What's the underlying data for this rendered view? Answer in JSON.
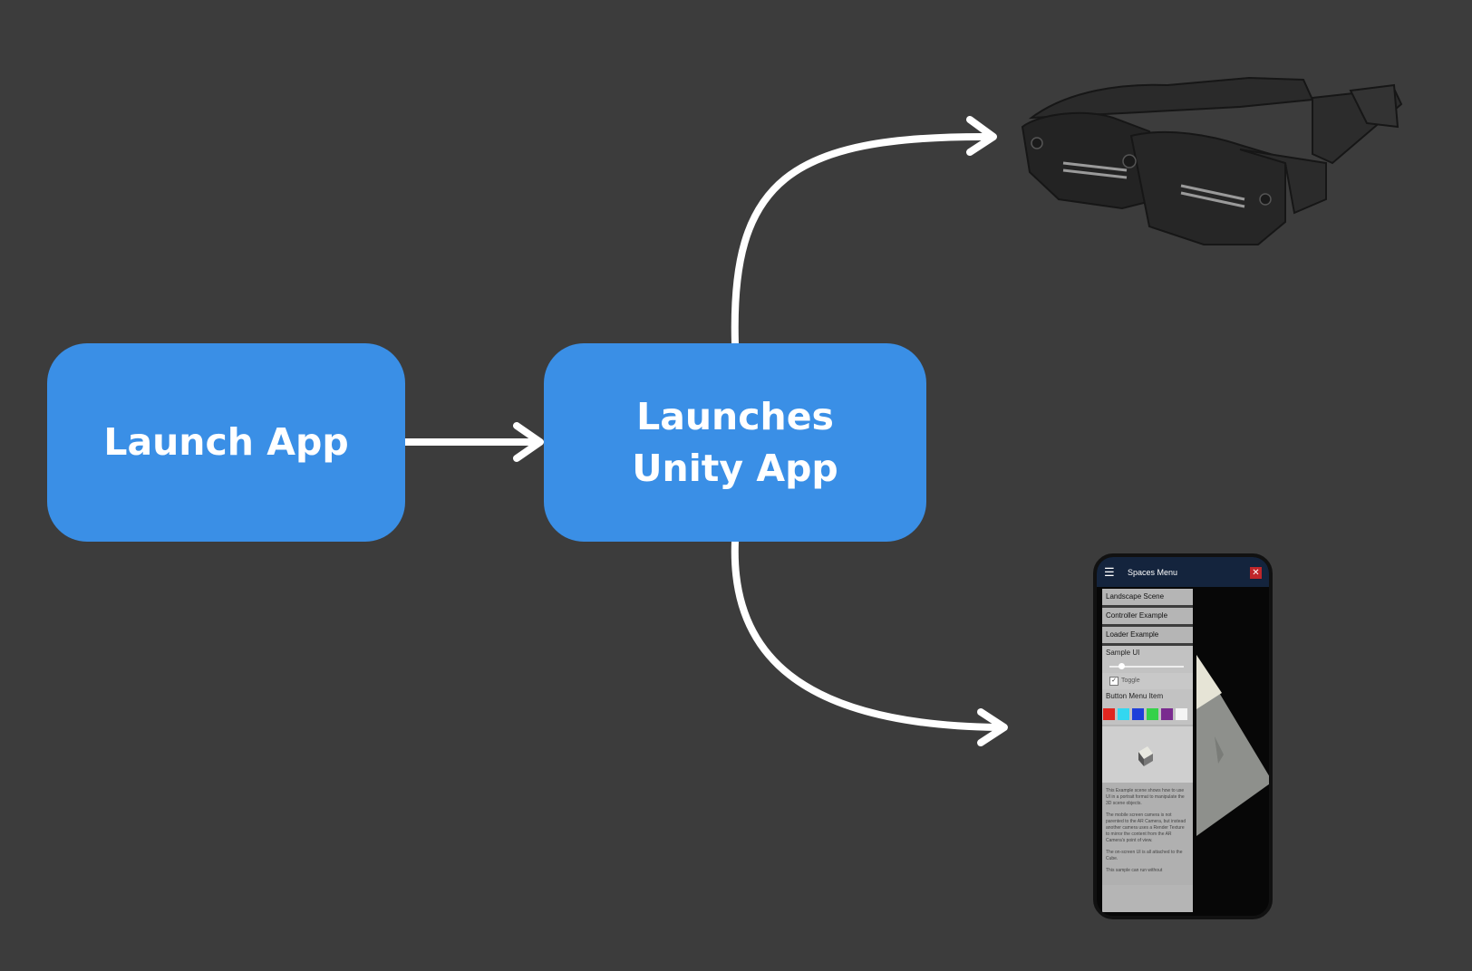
{
  "nodes": {
    "launch_app": "Launch App",
    "launches_line1": "Launches",
    "launches_line2": "Unity App"
  },
  "phone": {
    "title": "Spaces Menu",
    "close": "✕",
    "menu_icon": "☰",
    "menu_items": [
      "Landscape Scene",
      "Controller Example",
      "Loader Example"
    ],
    "sample_ui": "Sample UI",
    "toggle_label": "Toggle",
    "toggle_check": "✓",
    "button_menu_item": "Button Menu Item",
    "swatch_colors": [
      "#e0261f",
      "#33d7f0",
      "#1f3fd9",
      "#35d24a",
      "#7a2b8f",
      "#f4f4f4"
    ],
    "description": [
      "This Example scene shows how to use UI in a portrait format to manipulate the 3D scene objects.",
      "The mobile screen camera is not parented to the AR Camera, but instead another camera uses a Render Texture to mirror the content from the AR Camera's point of view.",
      "The on-screen UI is all attached to the Cube.",
      "This sample can run without"
    ]
  },
  "colors": {
    "background": "#3c3c3c",
    "node": "#3a8fe6",
    "arrow": "#ffffff"
  },
  "icons": {
    "glasses": "ar-glasses-icon",
    "phone": "smartphone-screen-icon"
  }
}
